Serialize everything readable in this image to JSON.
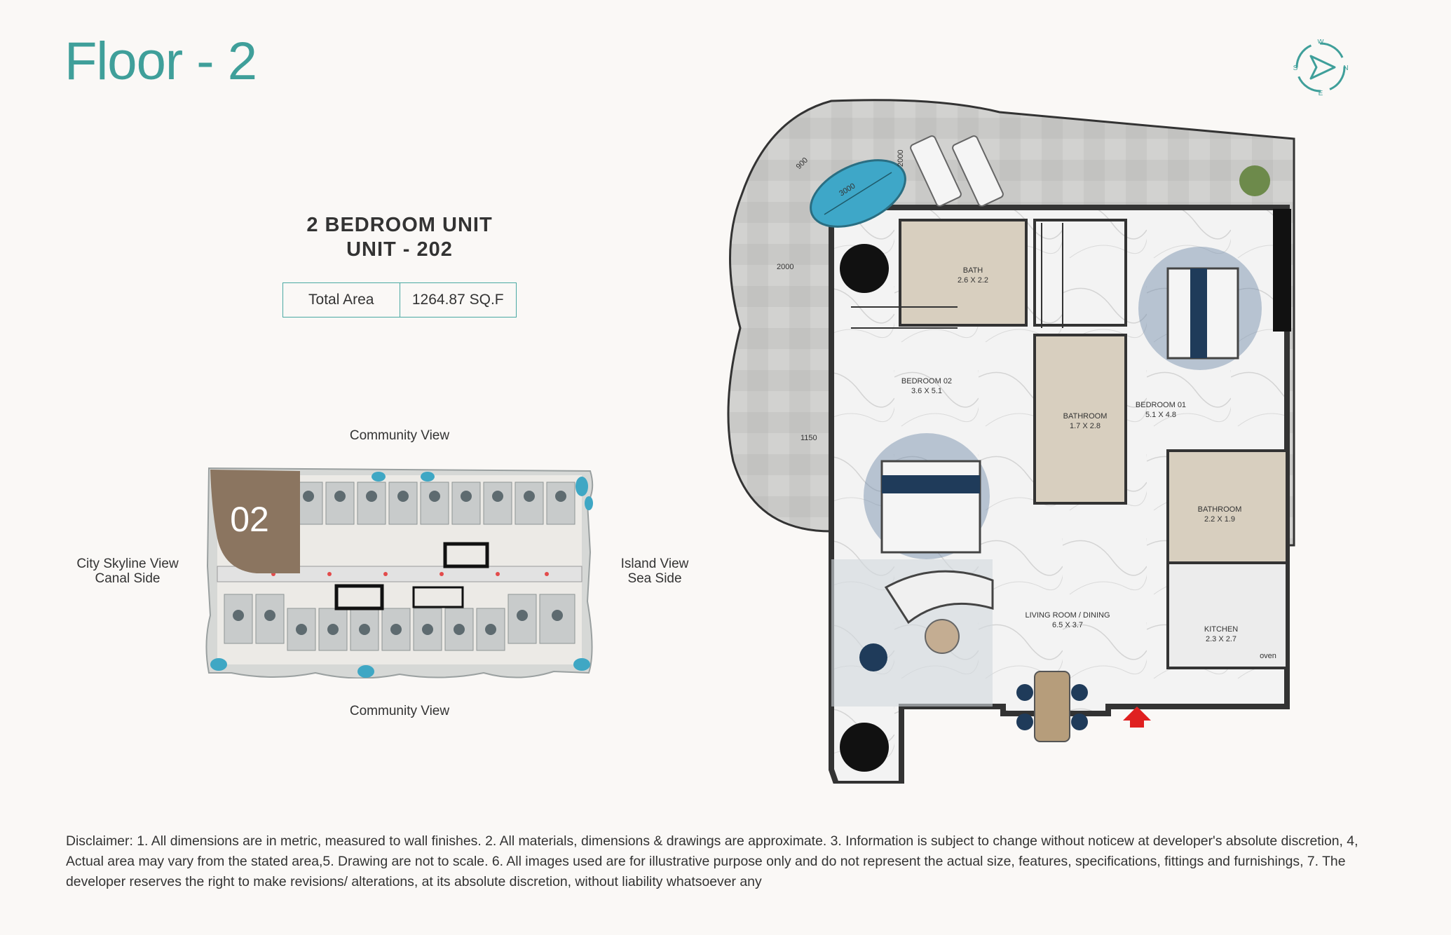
{
  "floor_title": "Floor - 2",
  "compass": {
    "w": "W",
    "n": "N",
    "s": "S",
    "e": "E"
  },
  "unit": {
    "type": "2 BEDROOM UNIT",
    "number": "UNIT - 202",
    "area_label": "Total Area",
    "area_value": "1264.87 SQ.F"
  },
  "views": {
    "top": "Community View",
    "bottom": "Community View",
    "left_line1": "City Skyline View",
    "left_line2": "Canal Side",
    "right_line1": "Island View",
    "right_line2": "Sea Side"
  },
  "keyplan": {
    "unit_marker": "02",
    "highlight_color": "#8b7560"
  },
  "rooms": {
    "bath": {
      "name": "BATH",
      "size": "2.6 X 2.2"
    },
    "bedroom02": {
      "name": "BEDROOM 02",
      "size": "3.6 X 5.1"
    },
    "bathroom": {
      "name": "BATHROOM",
      "size": "1.7 X 2.8"
    },
    "bedroom01": {
      "name": "BEDROOM 01",
      "size": "5.1 X 4.8"
    },
    "bathroom2": {
      "name": "BATHROOM",
      "size": "2.2 X 1.9"
    },
    "living": {
      "name": "LIVING ROOM / DINING",
      "size": "6.5 X 3.7"
    },
    "kitchen": {
      "name": "KITCHEN",
      "size": "2.3 X 2.7"
    },
    "oven": "oven"
  },
  "dimensions": {
    "d1": "2000",
    "d2": "2000",
    "d3": "1150",
    "d4": "900",
    "d5": "3000"
  },
  "accent_color": "#3f9f9a",
  "disclaimer": "Disclaimer: 1. All dimensions are in metric, measured to wall finishes. 2. All materials, dimensions & drawings are approximate. 3. Information is subject to change without noticew at developer's absolute discretion, 4, Actual area may vary from the stated area,5. Drawing are not to scale. 6. All images used are for illustrative purpose only and do not represent the actual size, features, specifications, fittings and furnishings, 7. The developer reserves the right to make revisions/ alterations, at its absolute discretion, without liability whatsoever any"
}
